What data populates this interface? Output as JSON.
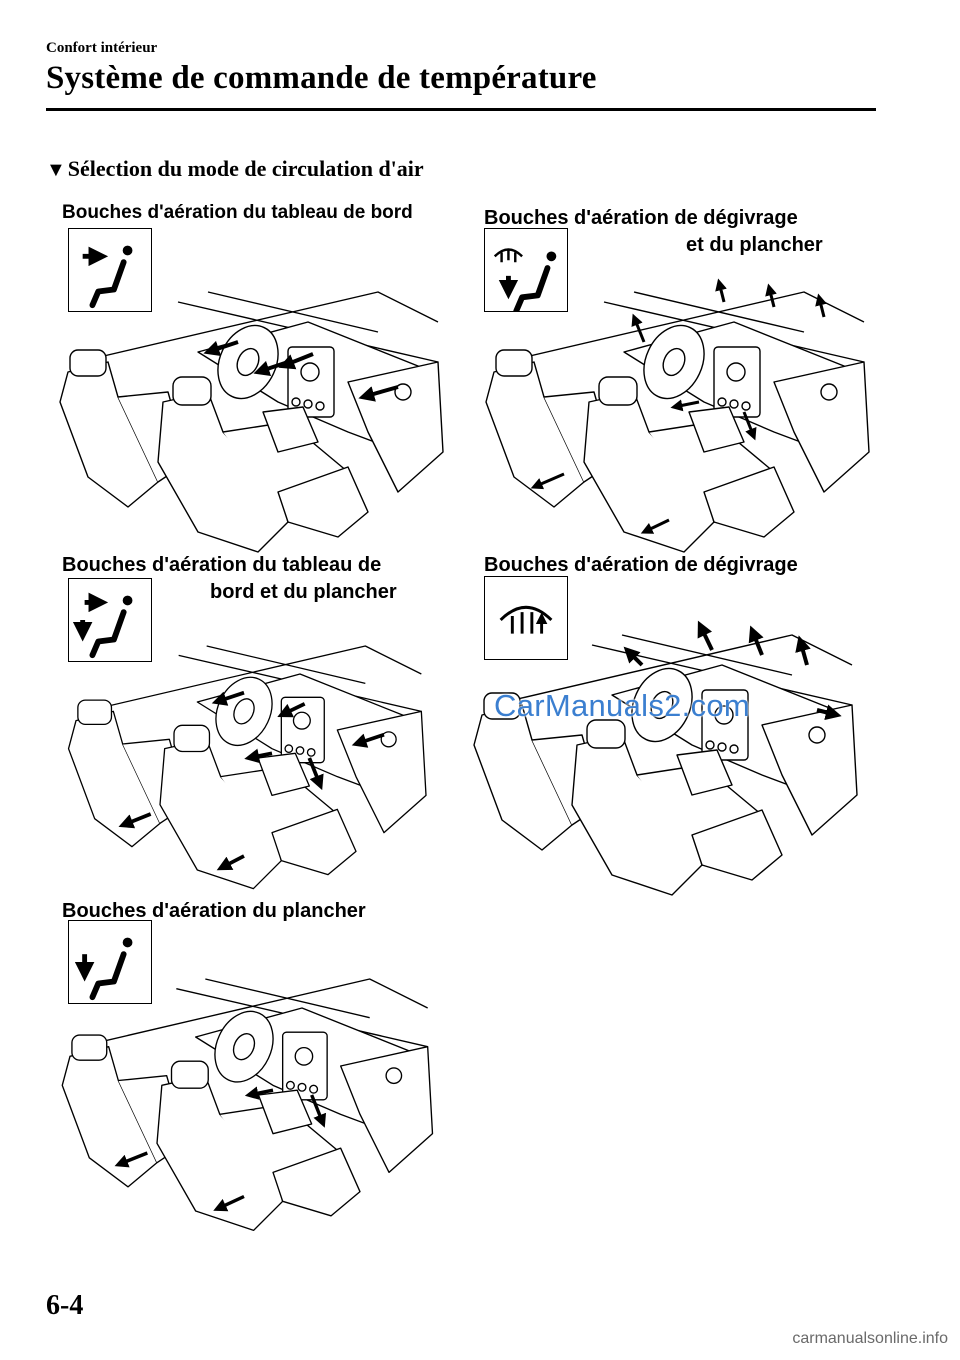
{
  "header": {
    "breadcrumb": "Confort intérieur",
    "title": "Système de commande de température"
  },
  "section": {
    "marker": "▼",
    "heading": "Sélection du mode de circulation d'air"
  },
  "panels": [
    {
      "caption_lines": [
        "Bouches d'aération du tableau de bord"
      ],
      "icon": "dashboard-vent-icon"
    },
    {
      "caption_lines": [
        "Bouches d'aération de dégivrage",
        "et du plancher"
      ],
      "icon": "defrost-floor-vent-icon"
    },
    {
      "caption_lines": [
        "Bouches d'aération du tableau de",
        "bord et du plancher"
      ],
      "icon": "dashboard-floor-vent-icon"
    },
    {
      "caption_lines": [
        "Bouches d'aération de dégivrage"
      ],
      "icon": "defrost-vent-icon"
    },
    {
      "caption_lines": [
        "Bouches d'aération du plancher"
      ],
      "icon": "floor-vent-icon"
    }
  ],
  "watermark": "CarManuals2.com",
  "footer": {
    "page_number": "6-4",
    "site": "carmanualsonline.info"
  }
}
